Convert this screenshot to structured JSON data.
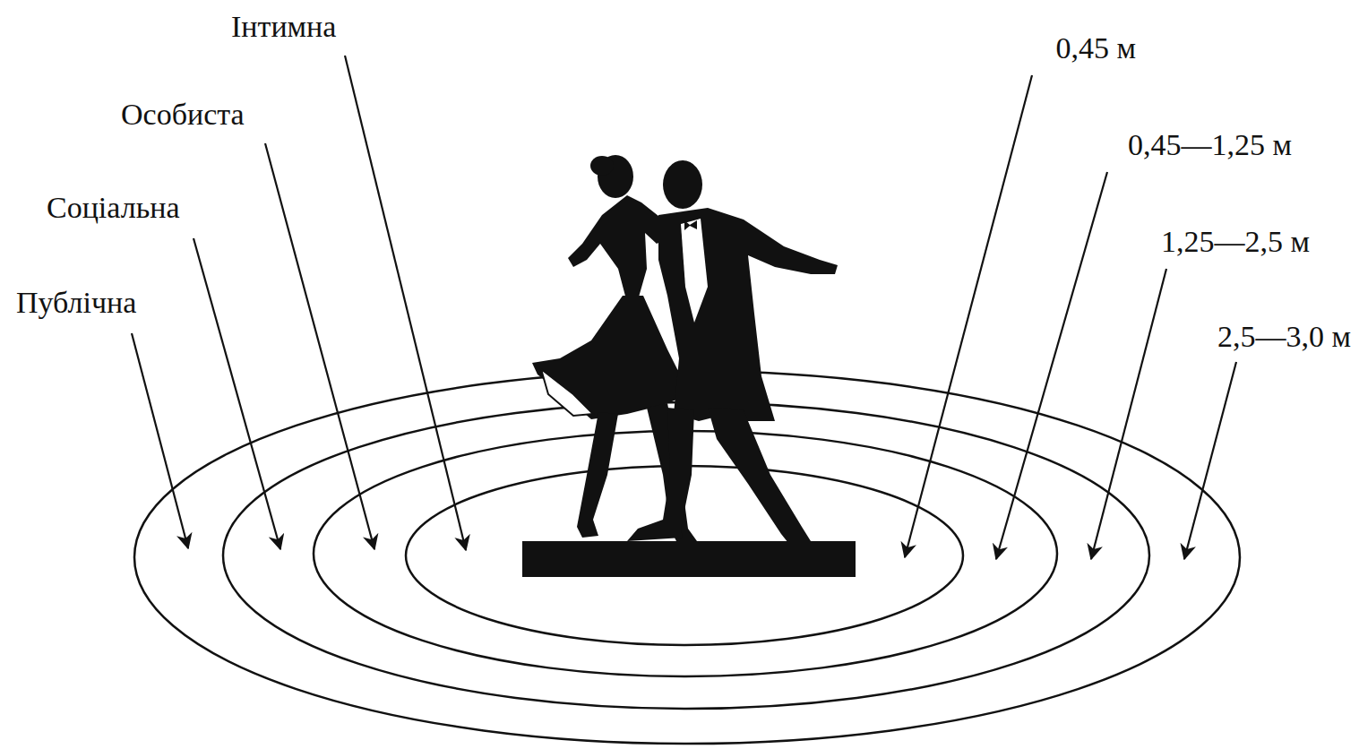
{
  "diagram": {
    "labels": [
      "Інтимна",
      "Особиста",
      "Соціальна",
      "Публічна",
      "0,45 м",
      "0,45—1,25 м",
      "1,25—2,5 м",
      "2,5—3,0 м"
    ]
  }
}
